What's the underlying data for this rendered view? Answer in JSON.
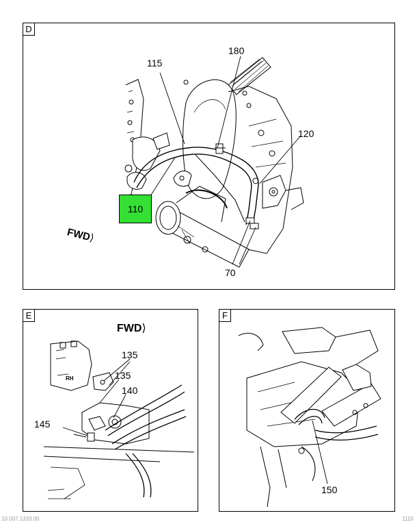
{
  "panels": {
    "d": {
      "letter": "D",
      "callouts": {
        "c115": "115",
        "c180": "180",
        "c120": "120",
        "c110": "110",
        "c70": "70"
      },
      "fwd": "FWD"
    },
    "e": {
      "letter": "E",
      "callouts": {
        "c135a": "135",
        "c135b": "135",
        "c140": "140",
        "c145": "145"
      },
      "fwd": "FWD",
      "rh_label": "RH"
    },
    "f": {
      "letter": "F",
      "callouts": {
        "c150": "150"
      }
    }
  },
  "highlight_color": "#33e033",
  "footer": {
    "left": "10.007.1333.00",
    "right": "1110"
  }
}
